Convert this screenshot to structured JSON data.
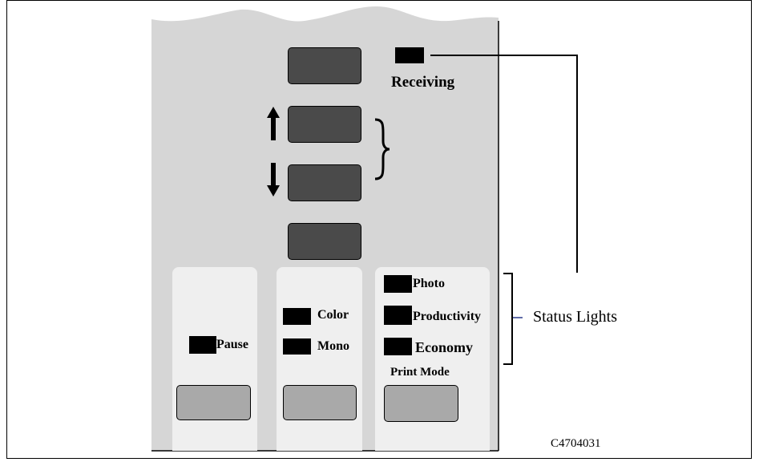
{
  "panel": {
    "receiving_label": "Receiving",
    "pause_label": "Pause",
    "color_label": "Color",
    "mono_label": "Mono",
    "photo_label": "Photo",
    "productivity_label": "Productivity",
    "economy_label": "Economy",
    "print_mode_label": "Print Mode"
  },
  "callout": {
    "status_lights_label": "Status Lights"
  },
  "figure_id": "C4704031",
  "colors": {
    "panel_bg": "#d6d6d6",
    "subpanel_bg": "#efefef",
    "large_button": "#4a4a4a",
    "small_button": "#a9a9a9",
    "indicator": "#000000"
  },
  "icons": [
    "up-arrow-icon",
    "down-arrow-icon",
    "curly-brace-icon"
  ]
}
